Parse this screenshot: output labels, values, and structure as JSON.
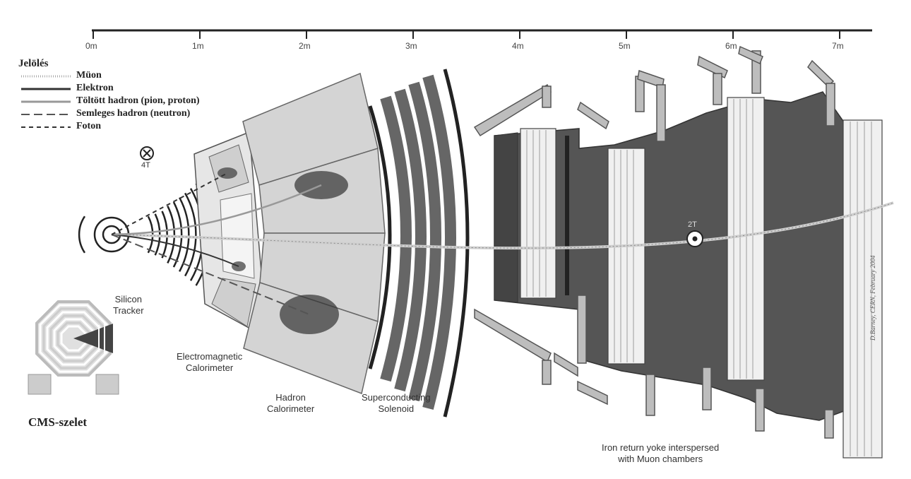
{
  "scale": {
    "ticks": [
      "0m",
      "1m",
      "2m",
      "3m",
      "4m",
      "5m",
      "6m",
      "7m"
    ]
  },
  "legend": {
    "title": "Jelölés",
    "items": [
      {
        "label": "Müon",
        "style": "dotted-light"
      },
      {
        "label": "Elektron",
        "style": "solid-dark"
      },
      {
        "label": "Töltött hadron (pion, proton)",
        "style": "solid-light"
      },
      {
        "label": "Semleges hadron (neutron)",
        "style": "dash-long"
      },
      {
        "label": "Foton",
        "style": "dash-short"
      }
    ]
  },
  "fields": {
    "inner": "4T",
    "outer": "2T"
  },
  "labels": {
    "tracker": "Silicon\nTracker",
    "ecal": "Electromagnetic\nCalorimeter",
    "hcal": "Hadron\nCalorimeter",
    "solenoid": "Superconducting\nSolenoid",
    "yoke": "Iron return yoke interspersed\nwith Muon chambers",
    "slice": "CMS-szelet",
    "credit": "D.Barney, CERN, February 2004"
  },
  "colors": {
    "iron": "#555555",
    "hcal": "#d4d4d4",
    "ecal": "#e6e6e6",
    "chamber": "#bdbdbd",
    "muon": "#cfcfcf"
  }
}
